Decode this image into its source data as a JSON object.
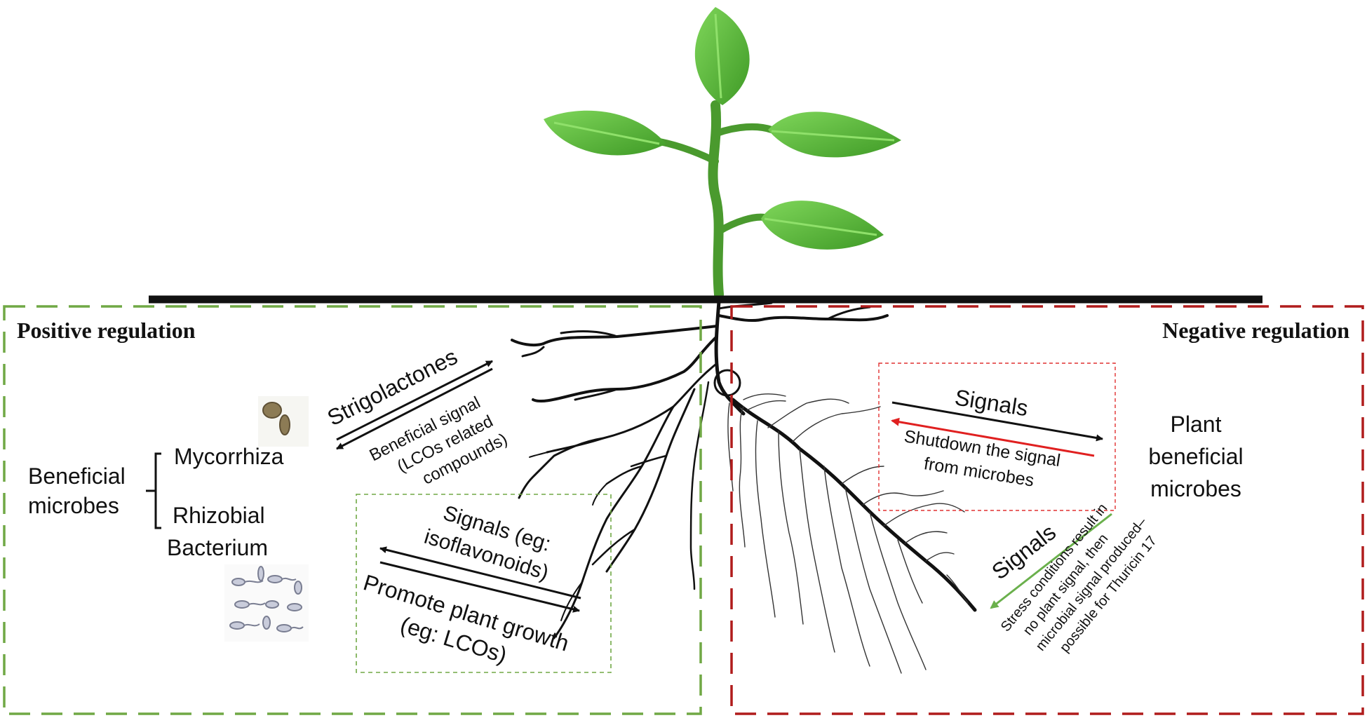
{
  "positive": {
    "title": "Positive regulation",
    "color": "#70a845",
    "beneficial_line1": "Beneficial",
    "beneficial_line2": "microbes",
    "mycorrhiza": "Mycorrhiza",
    "rhizobial_line1": "Rhizobial",
    "rhizobial_line2": "Bacterium",
    "strigolactones": "Strigolactones",
    "beneficial_signal_line1": "Beneficial signal",
    "beneficial_signal_line2": "(LCOs related",
    "beneficial_signal_line3": "compounds)",
    "signals_line1": "Signals (eg:",
    "signals_line2": "isoflavonoids)",
    "promote_line1": "Promote plant growth",
    "promote_line2": "(eg: LCOs)"
  },
  "negative": {
    "title": "Negative regulation",
    "color": "#b01c1c",
    "signals_top": "Signals",
    "shutdown_line1": "Shutdown the signal",
    "shutdown_line2": "from microbes",
    "plant_line1": "Plant",
    "plant_line2": "beneficial",
    "plant_line3": "microbes",
    "signals_diag": "Signals",
    "stress_line1": "Stress conditions result in",
    "stress_line2": "no plant signal, then",
    "stress_line3": "microbial signal produced–",
    "stress_line4": "possible  for Thuricin 17"
  },
  "colors": {
    "leaf": "#5cbf3a",
    "leaf_dark": "#3f9a26",
    "stem": "#4a9a2e",
    "red_arrow": "#e02020",
    "green_arrow": "#6ab04c"
  },
  "icons": {
    "mycorrhiza": "spore-icon",
    "rhizobia": "bacteria-icon",
    "plant": "seedling-icon"
  }
}
